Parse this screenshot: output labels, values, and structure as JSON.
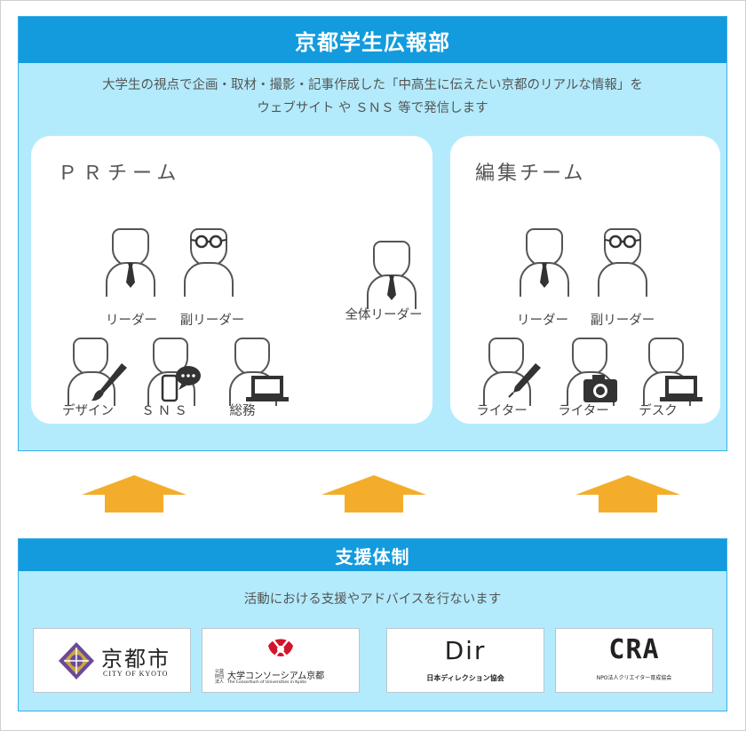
{
  "title": "京都学生広報部",
  "intro": {
    "line1": "大学生の視点で企画・取材・撮影・記事作成した「中高生に伝えたい京都のリアルな情報」を",
    "line2": "ウェブサイト や ＳＮＳ 等で発信します"
  },
  "pr_team": {
    "title": "ＰＲチーム",
    "members": [
      "リーダー",
      "副リーダー",
      "デザイン",
      "ＳＮＳ",
      "総務"
    ]
  },
  "edit_team": {
    "title": "編集チーム",
    "members": [
      "リーダー",
      "副リーダー",
      "ライター",
      "ライター",
      "デスク"
    ]
  },
  "overall_leader": "全体リーダー",
  "support": {
    "title": "支援体制",
    "text": "活動における支援やアドバイスを行ないます",
    "logos": {
      "kyoto_city": {
        "main": "京都市",
        "sub": "CITY OF KYOTO"
      },
      "consortium": {
        "prefix": "公益財団法人",
        "main": "大学コンソーシアム京都",
        "sub": "The Consortium of Universities in Kyoto"
      },
      "direction": {
        "mark": "Dir",
        "main": "日本ディレクション協会"
      },
      "cra": {
        "mark": "CRA",
        "main": "NPO法人クリエイター育成協会"
      }
    }
  },
  "colors": {
    "header_blue": "#139bde",
    "panel_blue": "#b3ebfd",
    "arrow_orange": "#f4ad2a",
    "figure_gray": "#555555"
  }
}
